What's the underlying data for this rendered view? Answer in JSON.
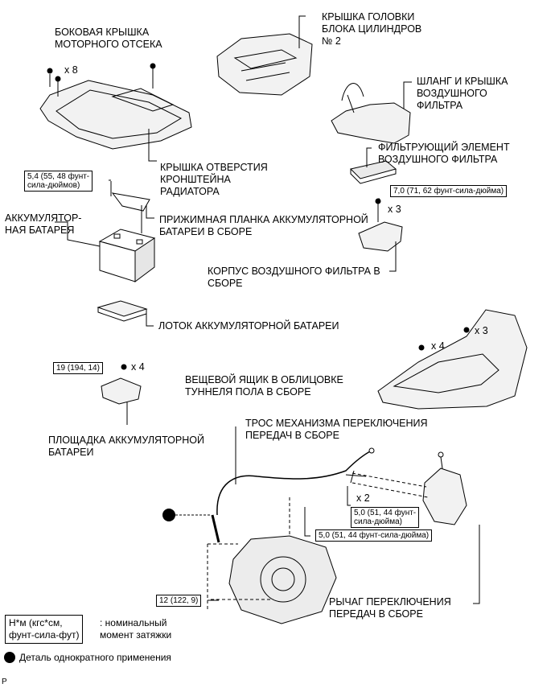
{
  "labels": {
    "side_cover": "БОКОВАЯ КРЫШКА\nМОТОРНОГО ОТСЕКА",
    "head_cover": "КРЫШКА ГОЛОВКИ\nБЛОКА ЦИЛИНДРОВ\n№ 2",
    "hose_cover": "ШЛАНГ И КРЫШКА\nВОЗДУШНОГО\nФИЛЬТРА",
    "filter_element": "ФИЛЬТРУЮЩИЙ ЭЛЕМЕНТ\nВОЗДУШНОГО ФИЛЬТРА",
    "radiator_cover": "КРЫШКА ОТВЕРСТИЯ\nКРОНШТЕЙНА\nРАДИАТОРА",
    "battery": "АККУМУЛЯТОР-\nНАЯ БАТАРЕЯ",
    "clamp": "ПРИЖИМНАЯ ПЛАНКА АККУМУЛЯТОРНОЙ\nБАТАРЕИ В СБОРЕ",
    "filter_case": "КОРПУС ВОЗДУШНОГО ФИЛЬТРА В\nСБОРЕ",
    "tray": "ЛОТОК АККУМУЛЯТОРНОЙ БАТАРЕИ",
    "console_box": "ВЕЩЕВОЙ ЯЩИК В ОБЛИЦОВКЕ\nТУННЕЛЯ ПОЛА В СБОРЕ",
    "battery_carrier": "ПЛОЩАДКА АККУМУЛЯТОРНОЙ\nБАТАРЕИ",
    "shift_cable": "ТРОС МЕХАНИЗМА ПЕРЕКЛЮЧЕНИЯ\nПЕРЕДАЧ В СБОРЕ",
    "shift_lever": "РЫЧАГ ПЕРЕКЛЮЧЕНИЯ\nПЕРЕДАЧ В СБОРЕ"
  },
  "torques": {
    "t1": "5,4 (55, 48 фунт-\nсила-дюймов)",
    "t2": "7,0 (71, 62 фунт-сила-дюйма)",
    "t3": "19 (194, 14)",
    "t4": "5,0 (51, 44 фунт-\nсила-дюйма)",
    "t5": "5,0 (51, 44 фунт-сила-дюйма)",
    "t6": "12 (122, 9)"
  },
  "quantities": {
    "q_side": "x 8",
    "q_filter": "x 3",
    "q_console4": "x 4",
    "q_console3": "x 3",
    "q_carrier": "x 4",
    "q_cable": "x 2"
  },
  "legend": {
    "unit_box": "Н*м (кгс*см,\nфунт-сила-фут)",
    "unit_desc": ": номинальный\nмомент затяжки",
    "single_use": "Деталь однократного применения"
  },
  "corner_code": "P"
}
